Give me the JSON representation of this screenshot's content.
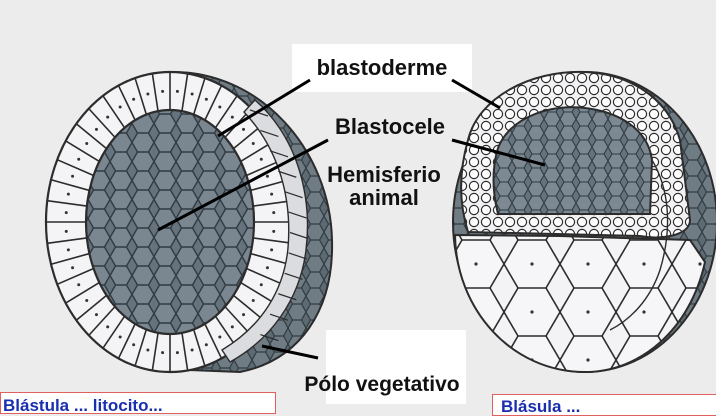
{
  "labels": {
    "blastoderme": "blastoderme",
    "blastocele": "Blastocele",
    "hemisferio_line1": "Hemisferio",
    "hemisferio_line2": "animal",
    "polo_vegetativo": "Pólo vegetativo"
  },
  "captions": {
    "left": "Blástula ... litocito...",
    "right": "Blásula ..."
  },
  "colors": {
    "background": "#ececec",
    "cell_fill": "#f4f4f6",
    "cell_stroke": "#2c2c2c",
    "inner_surface": "#66727c",
    "caption_text": "#1a2fb0",
    "caption_border": "#e06060"
  }
}
